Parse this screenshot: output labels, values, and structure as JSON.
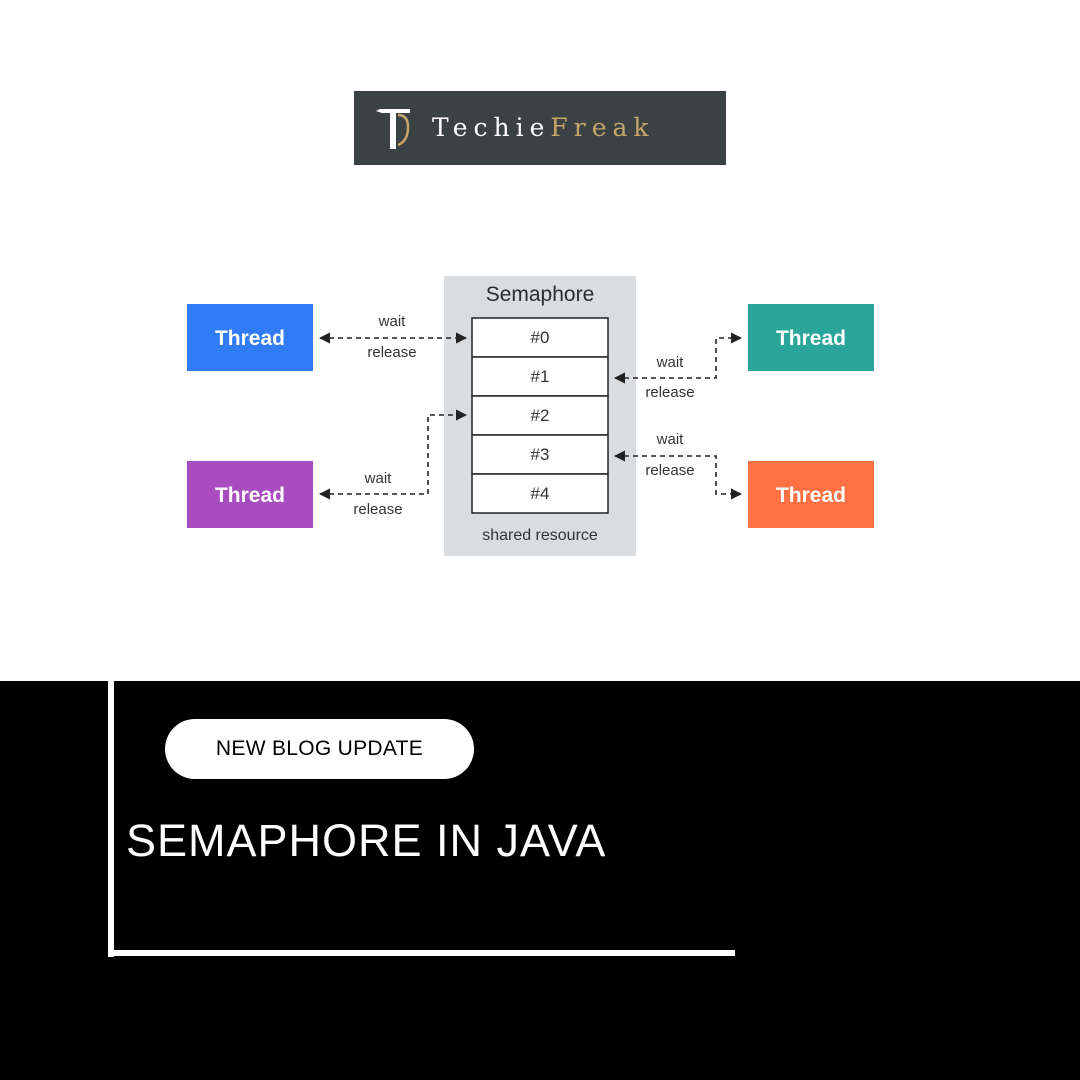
{
  "logo": {
    "word1": "Techie",
    "word2": "Freak",
    "colors": {
      "background": "#3a4244",
      "word1": "#ffffff",
      "word2": "#c9a56a"
    }
  },
  "diagram": {
    "semaphore_title": "Semaphore",
    "permits": [
      "#0",
      "#1",
      "#2",
      "#3",
      "#4"
    ],
    "container_caption": "shared resource",
    "threads": [
      {
        "label": "Thread",
        "color": "#2f7cf6",
        "side": "left",
        "permit": "#0"
      },
      {
        "label": "Thread",
        "color": "#a94cc0",
        "side": "left",
        "permit": "#2"
      },
      {
        "label": "Thread",
        "color": "#2aa59a",
        "side": "right",
        "permit": "#1"
      },
      {
        "label": "Thread",
        "color": "#ff7043",
        "side": "right",
        "permit": "#3"
      }
    ],
    "arrow_labels": {
      "wait": "wait",
      "release": "release"
    }
  },
  "banner": {
    "badge": "NEW BLOG UPDATE",
    "headline": "SEMAPHORE IN JAVA"
  }
}
